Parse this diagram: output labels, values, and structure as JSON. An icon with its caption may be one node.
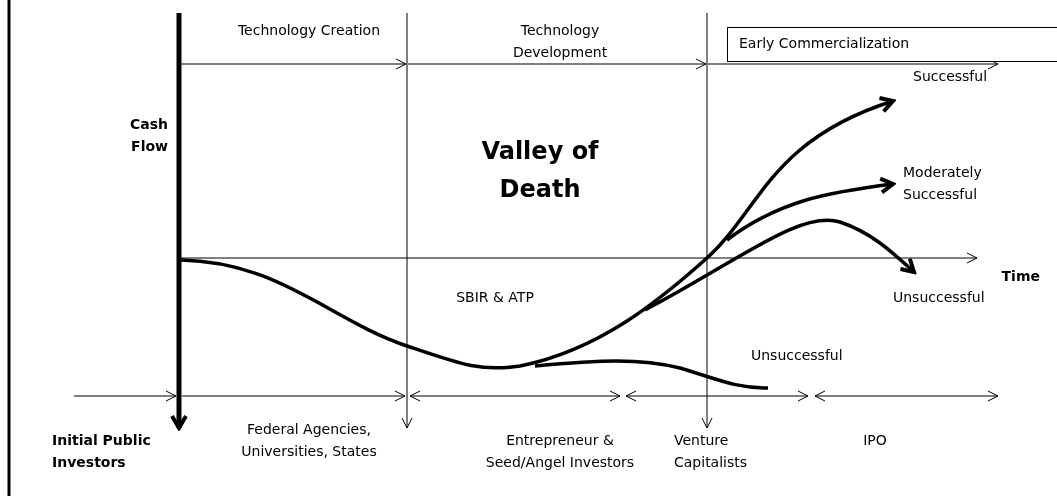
{
  "diagram": {
    "nodes": [
      {
        "text": [
          "Early Commercialization"
        ]
      }
    ],
    "labels": [
      "Technology Creation",
      "Technology Development",
      "Cash Flow",
      "Valley of Death",
      "Successful",
      "Moderately Successful",
      "Time",
      "SBIR & ATP",
      "Unsuccessful",
      "Unsuccessful",
      "Federal Agencies, Universities, States",
      "Entrepreneur & Seed/Angel Investors",
      "Venture Capitalists",
      "IPO",
      "Initial Public Investors"
    ]
  }
}
